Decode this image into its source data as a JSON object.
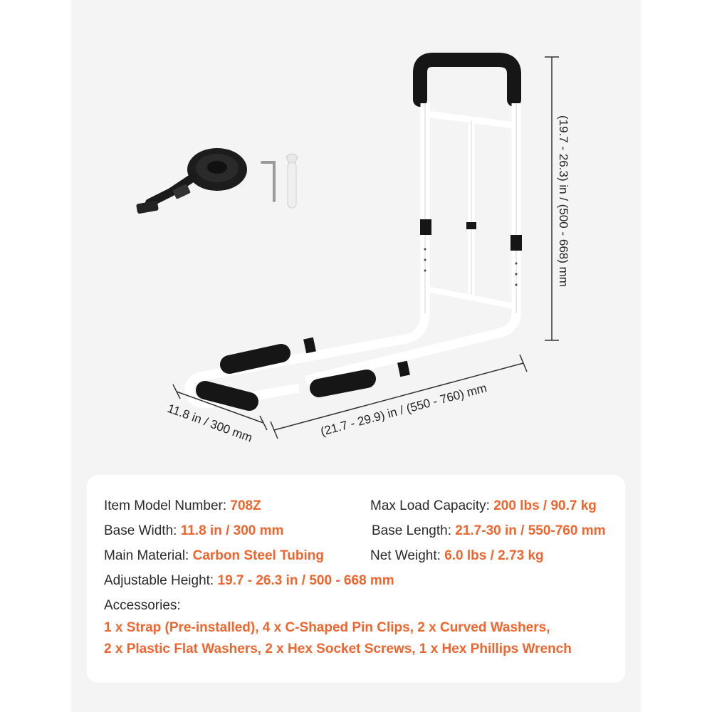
{
  "dimensions": {
    "height": "(19.7 - 26.3) in / (500 - 668) mm",
    "length": "(21.7 - 29.9) in / (550 - 760) mm",
    "width": "11.8 in / 300 mm"
  },
  "specs": {
    "model_label": "Item Model Number: ",
    "model_value": "708Z",
    "load_label": "Max Load Capacity: ",
    "load_value": "200 lbs / 90.7 kg",
    "base_width_label": "Base Width: ",
    "base_width_value": "11.8 in / 300 mm",
    "base_length_label": "Base Length: ",
    "base_length_value": "21.7-30 in / 550-760 mm",
    "material_label": "Main Material: ",
    "material_value": "Carbon Steel Tubing",
    "weight_label": "Net Weight: ",
    "weight_value": "6.0 lbs / 2.73 kg",
    "height_label": "Adjustable Height: ",
    "height_value": "19.7 - 26.3 in / 500 - 668 mm",
    "accessories_label": "Accessories:",
    "accessories_line1": "1 x Strap (Pre-installed), 4 x C-Shaped Pin Clips, 2 x Curved Washers,",
    "accessories_line2": "2 x Plastic Flat Washers, 2 x Hex Socket Screws, 1 x Hex Phillips Wrench"
  },
  "colors": {
    "accent": "#f0642d",
    "text": "#2a2a2a",
    "background": "#f4f4f4",
    "card": "#ffffff"
  }
}
